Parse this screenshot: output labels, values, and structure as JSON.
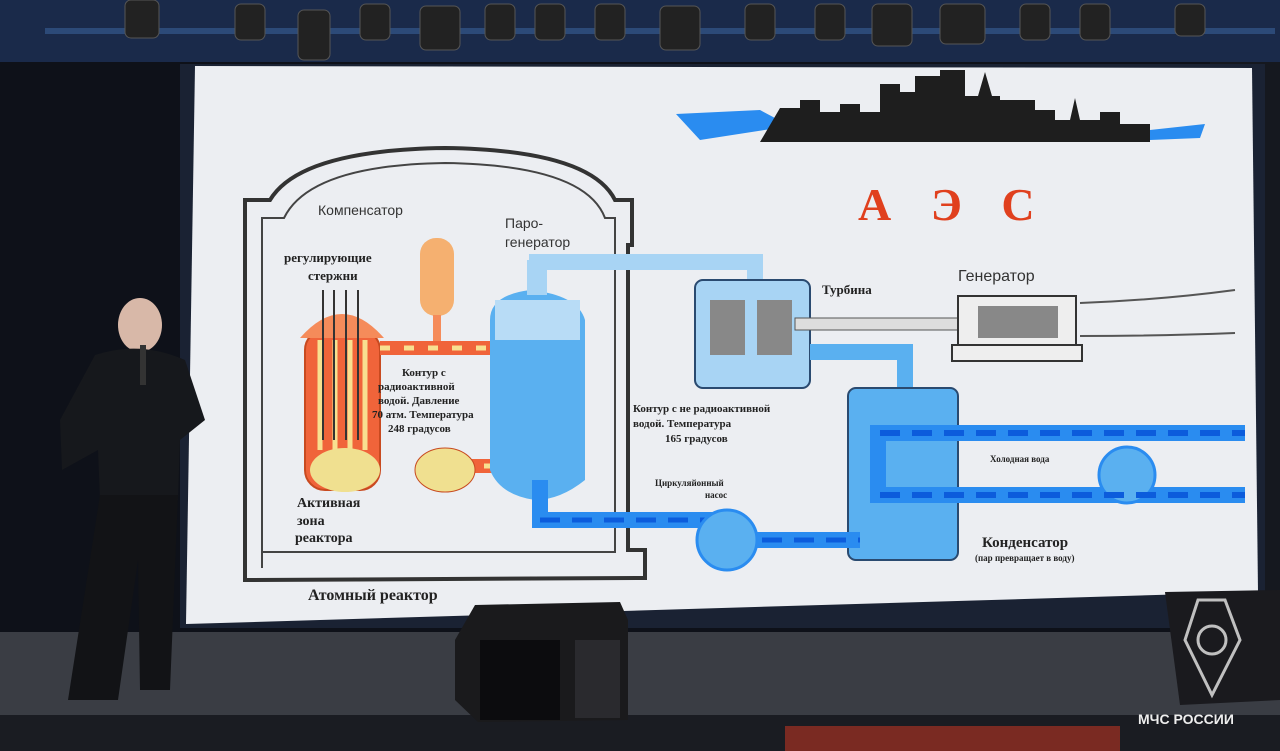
{
  "slide": {
    "title": "А Э С",
    "labels": {
      "compensator": "Компенсатор",
      "steam_gen_1": "Паро-",
      "steam_gen_2": "генератор",
      "rods_1": "регулирующие",
      "rods_2": "стержни",
      "primary_1": "Контур с",
      "primary_2": "радиоактивной",
      "primary_3": "водой. Давление",
      "primary_4": "70 атм. Температура",
      "primary_5": "248 градусов",
      "turbine": "Турбина",
      "generator": "Генератор",
      "secondary_1": "Контур с не радиоактивной",
      "secondary_2": "водой.    Температура",
      "secondary_3": "165 градусов",
      "pump_1": "Циркуляйонный",
      "pump_2": "насос",
      "cold_water": "Холодная вода",
      "condenser": "Конденсатор",
      "condenser_note": "(пар превращает в воду)",
      "core_1": "Активная",
      "core_2": "зона",
      "core_3": "реактора",
      "reactor": "Атомный реактор"
    }
  },
  "watermark": "МЧС РОССИИ",
  "colors": {
    "hot": "#f0643a",
    "cool": "#2a8cf0",
    "title": "#e0401e"
  }
}
